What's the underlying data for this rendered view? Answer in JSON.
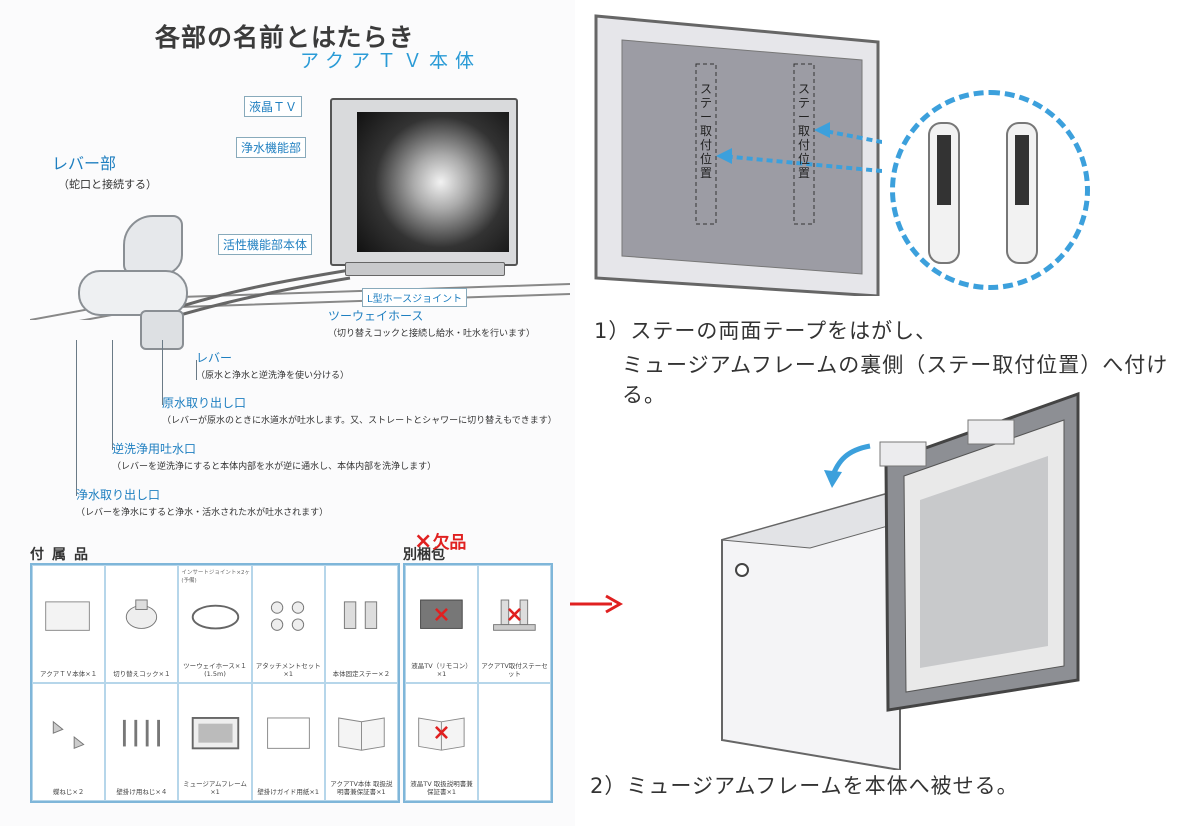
{
  "left": {
    "title": "各部の名前とはたらき",
    "subtitle": "アクアＴＶ本体",
    "lever_title": "レバー部",
    "lever_sub": "（蛇口と接続する）",
    "callouts": {
      "lcd_tv": "液晶ＴＶ",
      "purify_unit": "浄水機能部",
      "active_unit": "活性機能部本体",
      "l_joint": "L型ホースジョイント",
      "two_way_hose": "ツーウェイホース",
      "two_way_hose_sub": "（切り替えコックと接続し給水・吐水を行います）",
      "lever": "レバー",
      "lever_sub": "（原水と浄水と逆洗浄を使い分ける）",
      "raw_outlet": "原水取り出し口",
      "raw_outlet_sub": "（レバーが原水のときに水道水が吐水します。又、ストレートとシャワーに切り替えもできます）",
      "backwash_outlet": "逆洗浄用吐水口",
      "backwash_outlet_sub": "（レバーを逆洗浄にすると本体内部を水が逆に通水し、本体内部を洗浄します）",
      "pure_outlet": "浄水取り出し口",
      "pure_outlet_sub": "（レバーを浄水にすると浄水・活水された水が吐水されます）"
    },
    "accessories_heading": "付属品",
    "separate_heading": "別梱包",
    "missing_label": "欠品",
    "insert_note": "インサートジョイント×2ヶ(予備)",
    "accessories": [
      {
        "label": "アクアＴＶ本体×１"
      },
      {
        "label": "切り替えコック×１"
      },
      {
        "label": "ツーウェイホース×１(1.5m)"
      },
      {
        "label": "アタッチメントセット×1"
      },
      {
        "label": "本体固定ステー×２"
      },
      {
        "label": "蝶ねじ×２"
      },
      {
        "label": "壁掛け用ねじ×４"
      },
      {
        "label": "ミュージアムフレーム×1"
      },
      {
        "label": "壁掛けガイド用紙×1"
      },
      {
        "label": "アクアTV本体 取扱説明書兼保証書×1"
      }
    ],
    "separate": [
      {
        "label": "液晶TV（リモコン）×1",
        "missing": true
      },
      {
        "label": "アクアTV取付ステーセット",
        "missing": true
      },
      {
        "label": "液晶TV 取扱説明書兼保証書×1",
        "missing": true
      },
      {
        "label": "",
        "missing": false
      }
    ]
  },
  "right": {
    "stay_label_1": "ステー取付位置",
    "stay_label_2": "ステー取付位置",
    "step1_line1": "1）ステーの両面テープをはがし、",
    "step1_line2": "ミュージアムフレームの裏側（ステー取付位置）へ付ける。",
    "step2": "2）ミュージアムフレームを本体へ被せる。"
  },
  "colors": {
    "accent_blue": "#2a9bd6",
    "callout_blue": "#1f7fc0",
    "missing_red": "#e02020",
    "grid_border": "#7fb6d9"
  }
}
